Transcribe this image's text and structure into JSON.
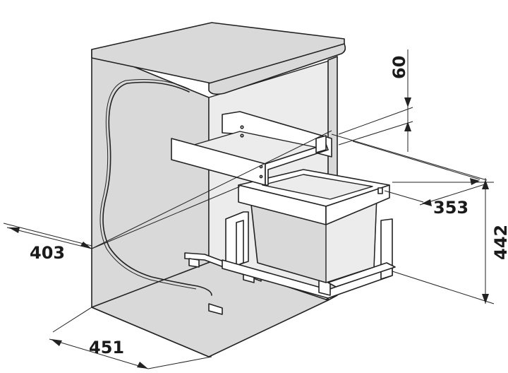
{
  "dimensions": {
    "width_label": "403",
    "depth_label": "451",
    "bin_depth_label": "353",
    "height_label": "442",
    "top_gap_label": "60"
  },
  "colors": {
    "line": "#222222",
    "cabinet_fill": "#d9d9d9",
    "panel_fill": "#ececec",
    "background": "#ffffff"
  }
}
